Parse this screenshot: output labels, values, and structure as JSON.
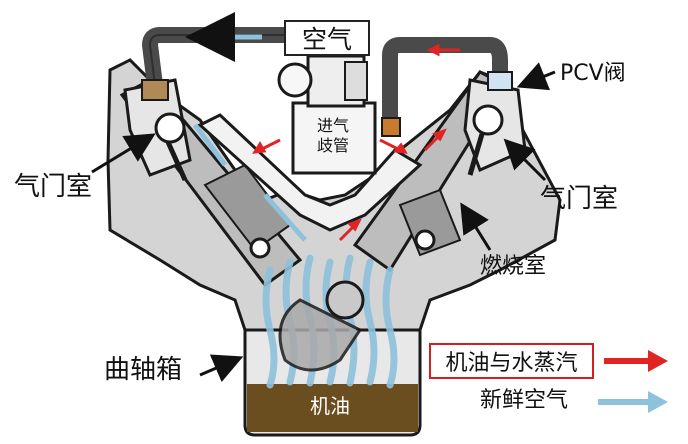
{
  "labels": {
    "air": "空气",
    "pcv_valve": "PCV阀",
    "intake_manifold_line1": "进气",
    "intake_manifold_line2": "歧管",
    "valve_chamber_left": "气门室",
    "valve_chamber_right": "气门室",
    "combustion_chamber": "燃烧室",
    "crankcase": "曲轴箱",
    "oil": "机油"
  },
  "legend": {
    "oil_vapor": {
      "label": "机油与水蒸汽",
      "color": "#e02424"
    },
    "fresh_air": {
      "label": "新鲜空气",
      "color": "#8ec1dc"
    }
  },
  "colors": {
    "oil": "#6b4e1f",
    "flow_red": "#e02424",
    "flow_blue": "#8ec1dc",
    "engine_gray": "#cfcfcf",
    "outline": "#1a1a1a"
  }
}
